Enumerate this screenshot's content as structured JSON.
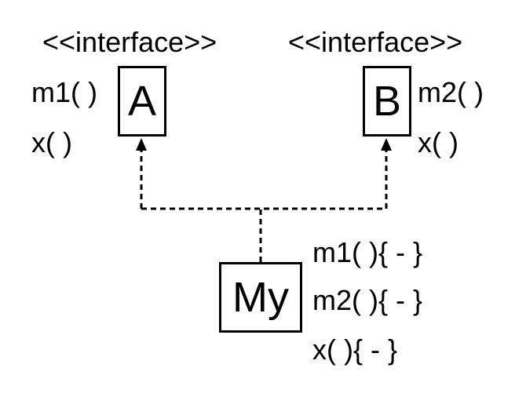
{
  "interface_a": {
    "stereotype": "<<interface>>",
    "name": "A",
    "methods": [
      "m1( )",
      "x( )"
    ]
  },
  "interface_b": {
    "stereotype": "<<interface>>",
    "name": "B",
    "methods": [
      "m2( )",
      "x( )"
    ]
  },
  "class_my": {
    "name": "My",
    "methods": [
      "m1( ){ - }",
      "m2( ){ - }",
      "x( ){ - }"
    ]
  }
}
